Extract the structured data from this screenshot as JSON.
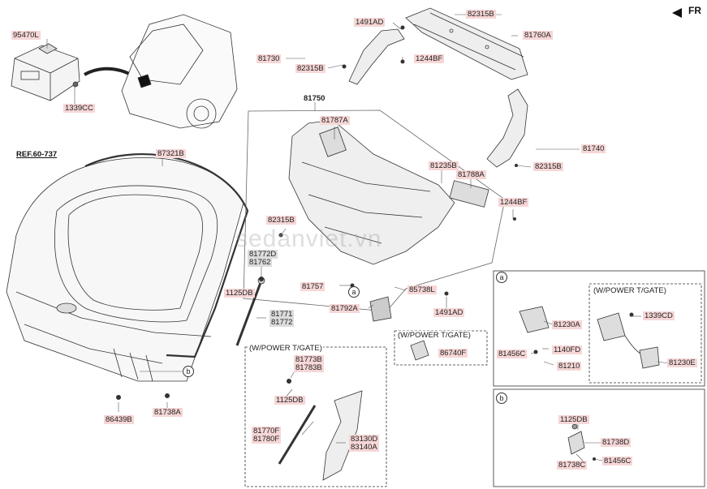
{
  "header": {
    "direction_label": "FR",
    "reference_label": "REF.60-737"
  },
  "watermark": "sedanviet.vn",
  "panels": {
    "a": {
      "badge": "a",
      "sub_box_title": "(W/POWER T/GATE)"
    },
    "b": {
      "badge": "b"
    }
  },
  "boxes": {
    "power_gate_left": "(W/POWER T/GATE)",
    "power_gate_mid": "(W/POWER T/GATE)"
  },
  "callouts": {
    "a": "a",
    "b": "b"
  },
  "parts": {
    "p95470L": "95470L",
    "p1339CC": "1339CC",
    "p1491AD_top": "1491AD",
    "p82315B_top": "82315B",
    "p81760A": "81760A",
    "p81730": "81730",
    "p82315B_left": "82315B",
    "p1244BF_top": "1244BF",
    "p81750": "81750",
    "p81787A": "81787A",
    "p81740": "81740",
    "p82315B_right": "82315B",
    "p87321B": "87321B",
    "p81235B": "81235B",
    "p81788A": "81788A",
    "p1244BF_mid": "1244BF",
    "p82315B_mid": "82315B",
    "p81772D": "81772D",
    "p81762": "81762",
    "p1125DB_left": "1125DB",
    "p81757": "81757",
    "p85738L": "85738L",
    "p81792A": "81792A",
    "p1491AD_mid": "1491AD",
    "p81771": "81771",
    "p81772": "81772",
    "p86740F": "86740F",
    "p81773B": "81773B",
    "p81783B": "81783B",
    "p1125DB_mid": "1125DB",
    "p81770F": "81770F",
    "p81780F": "81780F",
    "p83130D": "83130D",
    "p83140A": "83140A",
    "p86439B": "86439B",
    "p81738A": "81738A",
    "p81230A": "81230A",
    "p81456C_a": "81456C",
    "p1140FD": "1140FD",
    "p81210": "81210",
    "p1339CD": "1339CD",
    "p81230E": "81230E",
    "p1125DB_b": "1125DB",
    "p81738D": "81738D",
    "p81738C": "81738C",
    "p81456C_b": "81456C"
  }
}
